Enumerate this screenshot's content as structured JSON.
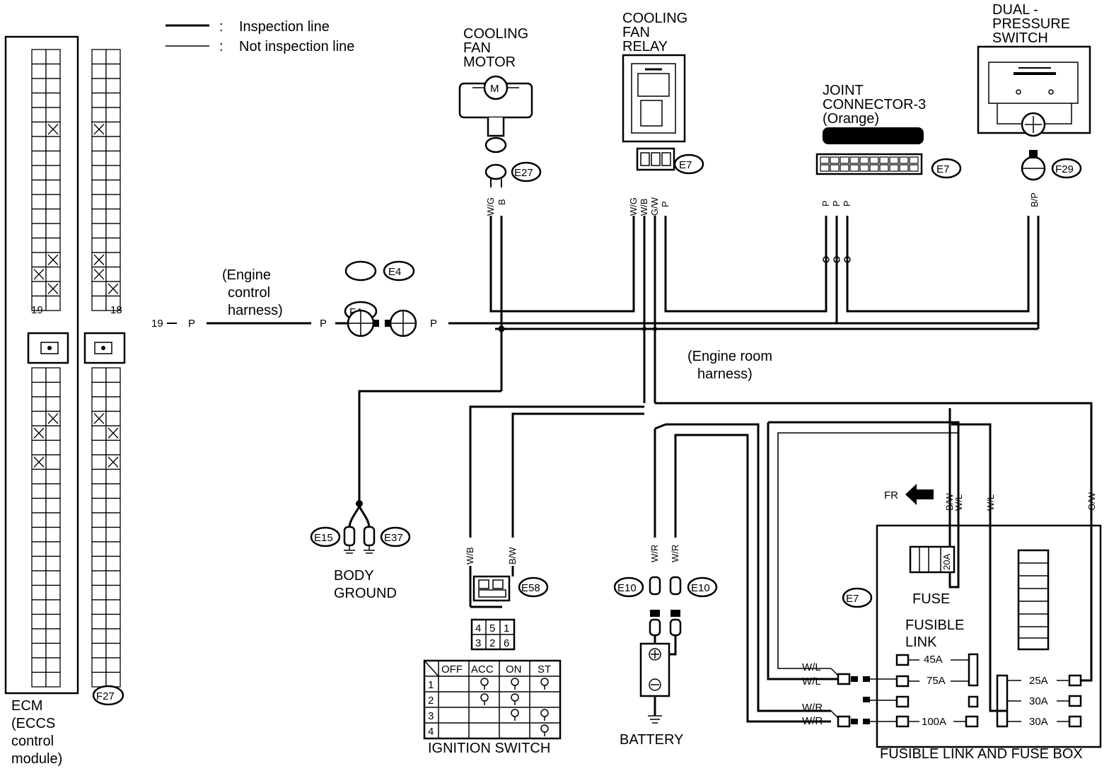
{
  "legend": {
    "inspection_marker": ":",
    "inspection_label": "Inspection line",
    "not_inspection_label": "Not inspection line"
  },
  "ecm": {
    "pin_19": "19",
    "pin_18": "18",
    "connector_f27": "F27",
    "label_lines": [
      "ECM",
      "(ECCS",
      "control",
      "module)"
    ]
  },
  "harness": {
    "terminal_19": "19",
    "color_p": "P",
    "engine_control": [
      "(Engine",
      "control",
      "harness)"
    ],
    "engine_room": [
      "(Engine room",
      "harness)"
    ],
    "connector_f4": "F4",
    "connector_e4": "E4"
  },
  "cooling_fan_motor": {
    "label_lines": [
      "COOLING",
      "FAN",
      "MOTOR"
    ],
    "connector": "E27",
    "wires": [
      "W/G",
      "B"
    ]
  },
  "cooling_fan_relay": {
    "label_lines": [
      "COOLING",
      "FAN",
      "RELAY"
    ],
    "connector": "E7",
    "wires": [
      "W/G",
      "W/B",
      "G/W",
      "P"
    ]
  },
  "joint_connector": {
    "label_lines": [
      "JOINT",
      "CONNECTOR-3",
      "(Orange)"
    ],
    "connector": "E7",
    "wires": [
      "P",
      "P",
      "P"
    ]
  },
  "dual_pressure_switch": {
    "label_lines": [
      "DUAL -",
      "PRESSURE",
      "SWITCH"
    ],
    "connector": "F29",
    "wires": [
      "B/P"
    ]
  },
  "body_ground": {
    "label_lines": [
      "BODY",
      "GROUND"
    ],
    "connectors": [
      "E15",
      "E37"
    ]
  },
  "ignition_switch": {
    "label": "IGNITION SWITCH",
    "connector": "E58",
    "wires": [
      "W/B",
      "B/W"
    ],
    "terminals_top": [
      "4",
      "5",
      "1"
    ],
    "terminals_bottom": [
      "3",
      "2",
      "6"
    ],
    "table_headers": [
      "OFF",
      "ACC",
      "ON",
      "ST"
    ],
    "table_rows": [
      "1",
      "2",
      "3",
      "4"
    ]
  },
  "battery": {
    "label": "BATTERY",
    "connectors": [
      "E10",
      "E10"
    ],
    "wires": [
      "W/R",
      "W/R"
    ]
  },
  "fuse_box": {
    "label": "FUSIBLE LINK AND FUSE BOX",
    "connector": "E7",
    "fr_label": "FR",
    "fuse_label": "FUSE",
    "fuse_amp": "20A",
    "fusible_link_lines": [
      "FUSIBLE",
      "LINK"
    ],
    "links_left": [
      "45A",
      "75A",
      "100A"
    ],
    "links_right": [
      "25A",
      "30A",
      "30A"
    ],
    "wires_top": [
      "B/W",
      "W/L",
      "W/L",
      "G/W"
    ],
    "wires_left": [
      "W/L",
      "W/L",
      "W/R",
      "W/R"
    ]
  }
}
